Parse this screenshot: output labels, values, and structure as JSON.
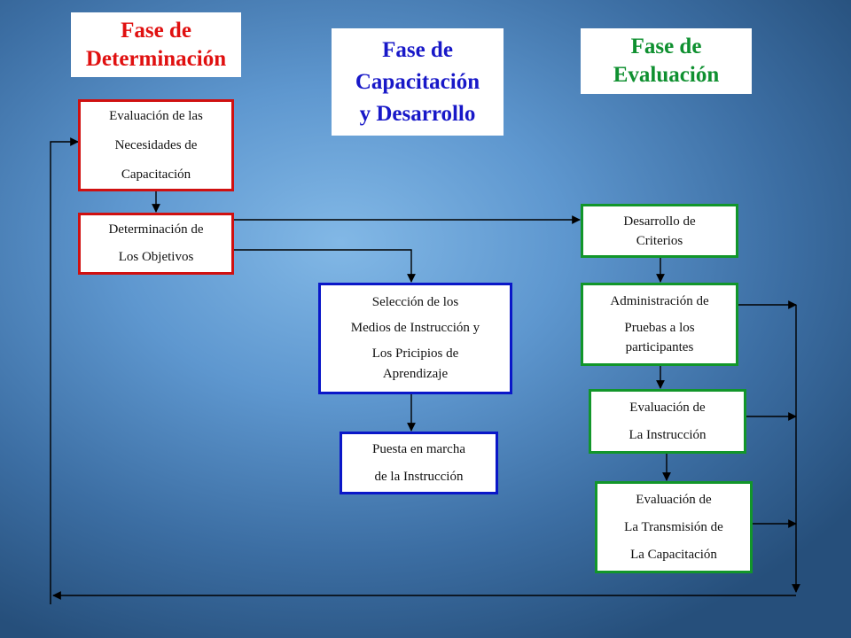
{
  "phases": {
    "determination": {
      "line1": "Fase de",
      "line2": "Determinación",
      "color": "#e01010"
    },
    "training": {
      "line1": "Fase de",
      "line2": "Capacitación",
      "line3": "y Desarrollo",
      "color": "#1818c8"
    },
    "evaluation": {
      "line1": "Fase de",
      "line2": "Evaluación",
      "color": "#0f9030"
    }
  },
  "boxes": {
    "needs_assessment": {
      "lines": [
        "Evaluación de las",
        "Necesidades de",
        "Capacitación"
      ],
      "color": "#d01010"
    },
    "objectives": {
      "lines": [
        "Determinación de",
        "Los Objetivos"
      ],
      "color": "#d01010"
    },
    "media_selection": {
      "lines": [
        "Selección de los",
        "Medios de Instrucción y",
        "Los Pricipios de",
        "Aprendizaje"
      ],
      "color": "#0a17c8"
    },
    "implementation": {
      "lines": [
        "Puesta en marcha",
        "de la Instrucción"
      ],
      "color": "#0a17c8"
    },
    "criteria": {
      "lines": [
        "Desarrollo de",
        "Criterios"
      ],
      "color": "#12962a"
    },
    "tests": {
      "lines": [
        "Administración de",
        "Pruebas a los",
        "participantes"
      ],
      "color": "#12962a"
    },
    "instruction_eval": {
      "lines": [
        "Evaluación de",
        "La Instrucción"
      ],
      "color": "#12962a"
    },
    "transfer_eval": {
      "lines": [
        "Evaluación de",
        "La Transmisión de",
        "La Capacitación"
      ],
      "color": "#12962a"
    }
  }
}
